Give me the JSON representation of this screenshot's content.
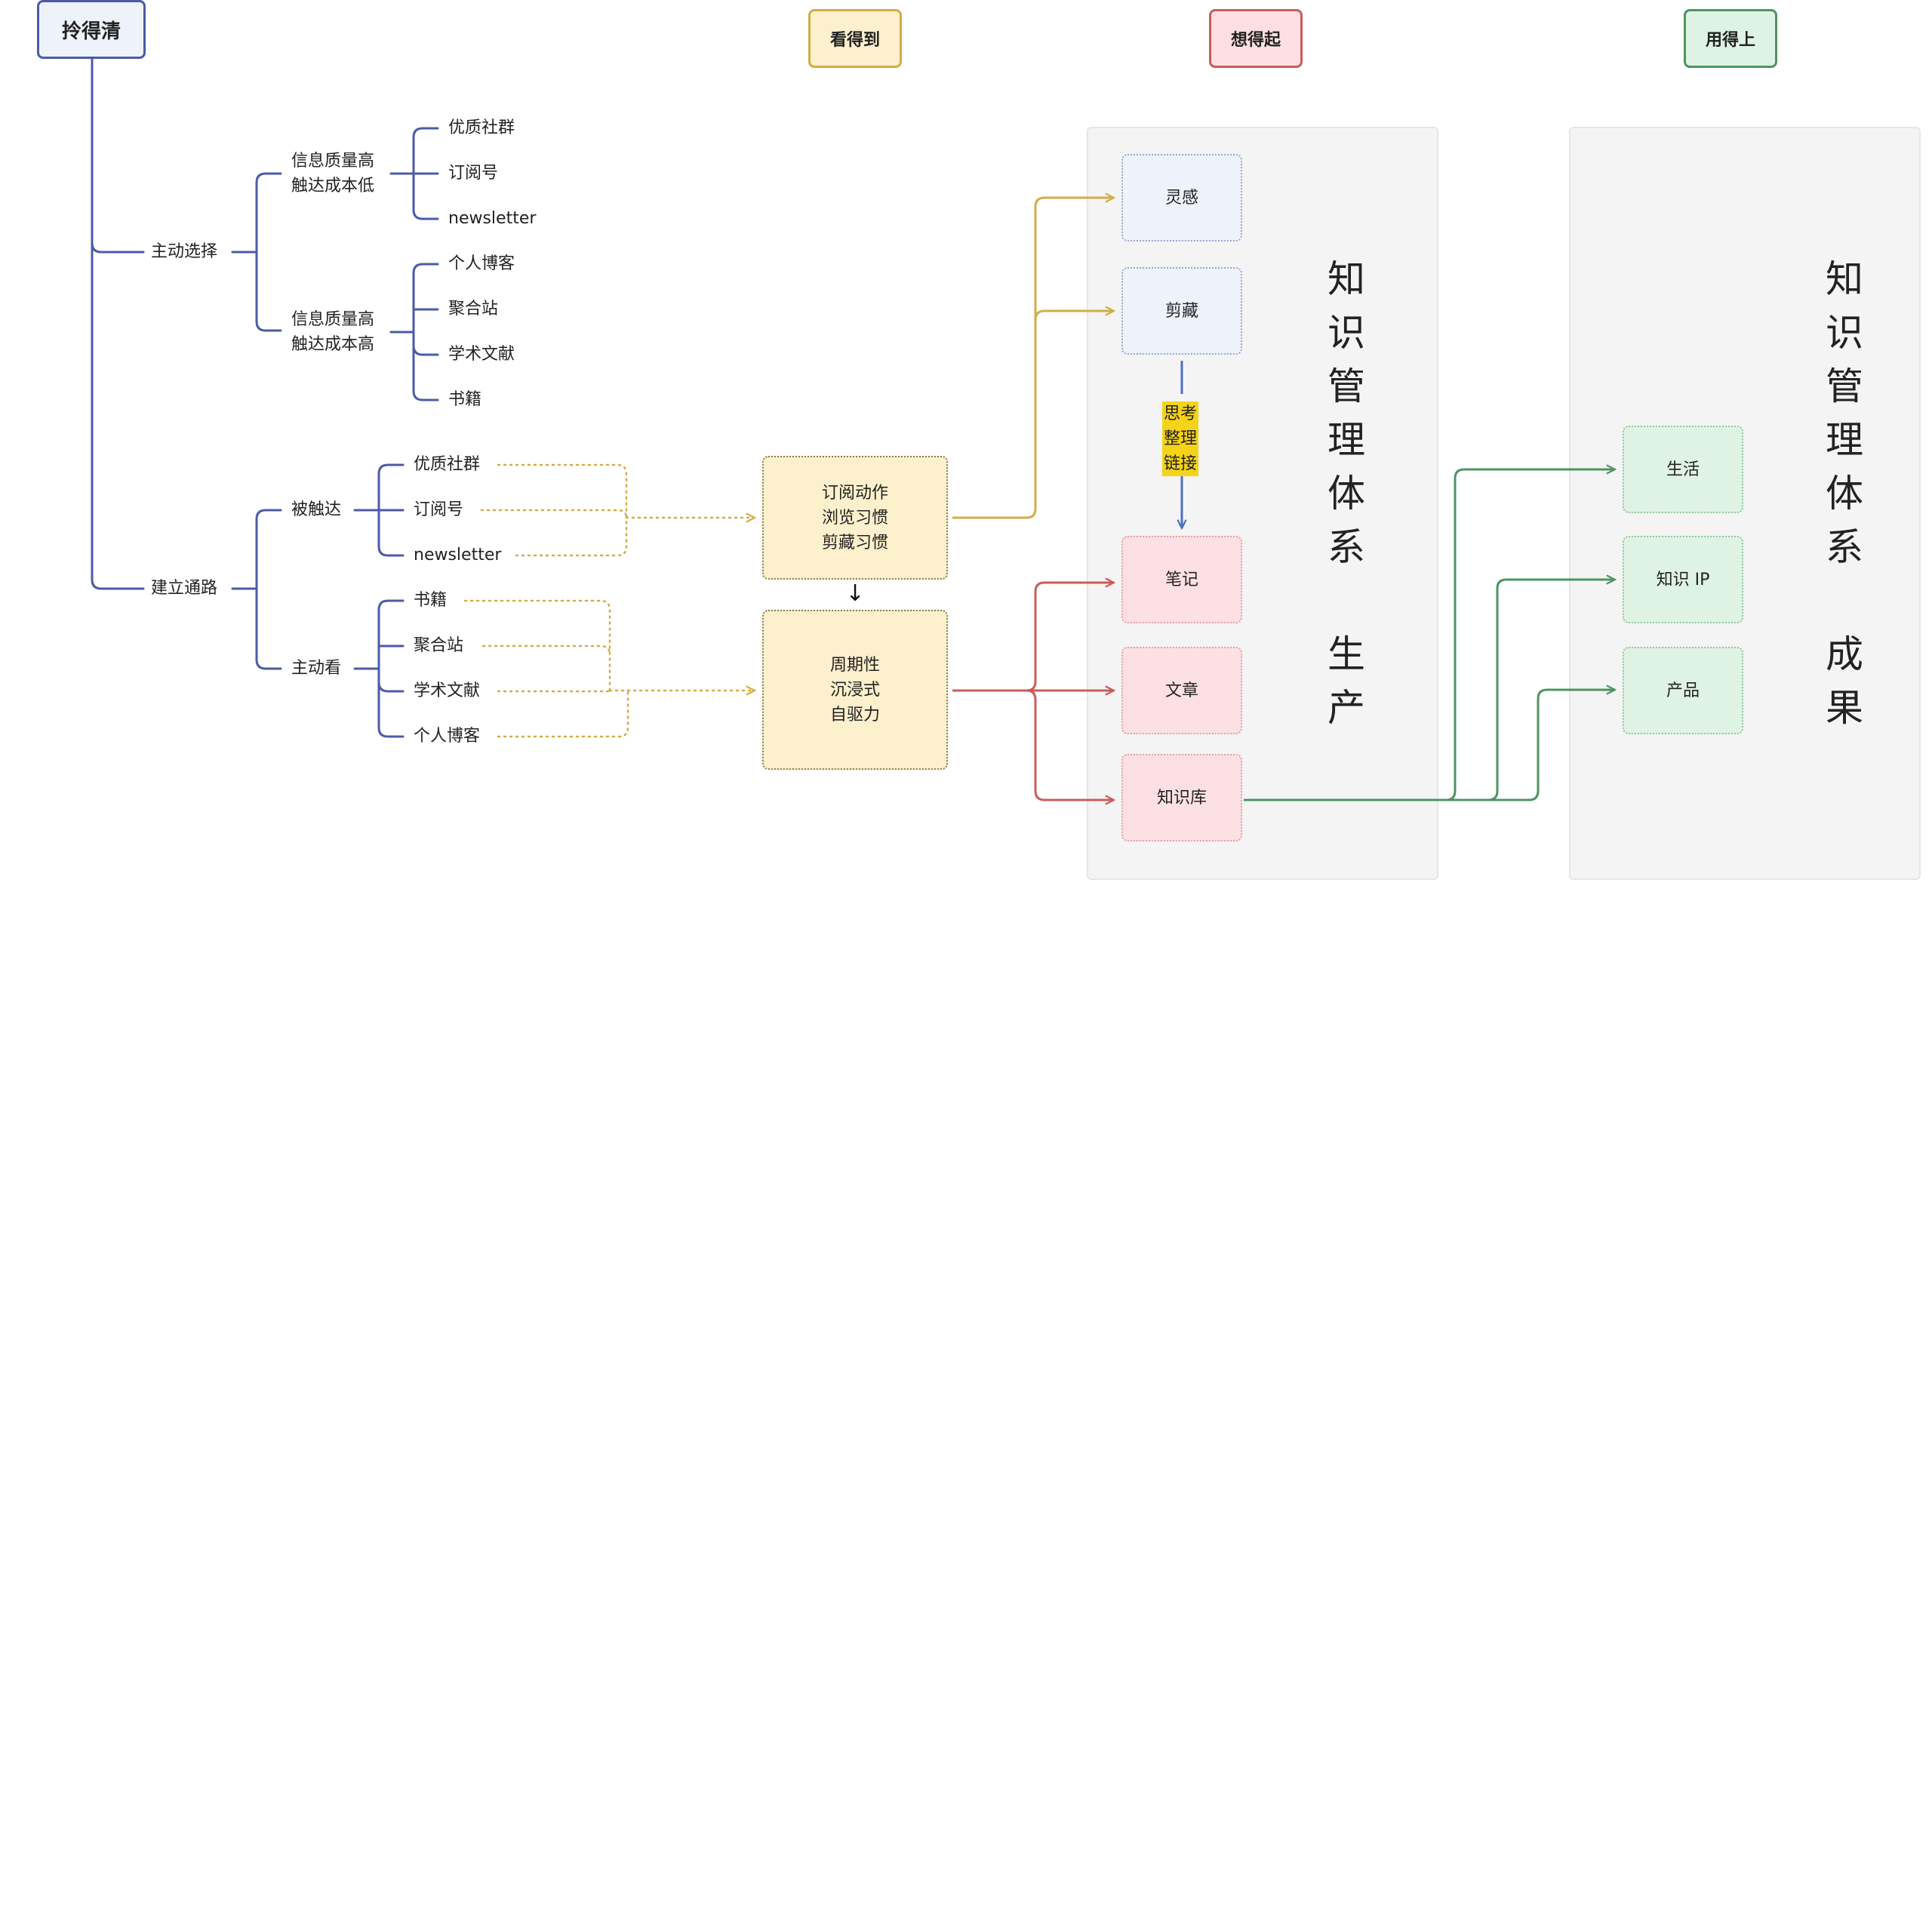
{
  "colors": {
    "tree": "#4b5ba6",
    "see": "#d4ac46",
    "think": "#cc5b5b",
    "use": "#4e9461",
    "flow": "#4b6fc4",
    "highlight": "#f5d319"
  },
  "root": {
    "label": "拎得清"
  },
  "headers": {
    "see": "看得到",
    "think": "想得起",
    "use": "用得上"
  },
  "tree": {
    "active_choice": {
      "label": "主动选择",
      "low_cost": {
        "label": "信息质量高\n触达成本低",
        "items": [
          "优质社群",
          "订阅号",
          "newsletter"
        ]
      },
      "high_cost": {
        "label": "信息质量高\n触达成本高",
        "items": [
          "个人博客",
          "聚合站",
          "学术文献",
          "书籍"
        ]
      }
    },
    "build_path": {
      "label": "建立通路",
      "reached": {
        "label": "被触达",
        "items": [
          "优质社群",
          "订阅号",
          "newsletter"
        ]
      },
      "active_read": {
        "label": "主动看",
        "items": [
          "书籍",
          "聚合站",
          "学术文献",
          "个人博客"
        ]
      }
    }
  },
  "see_boxes": {
    "habits": "订阅动作\n浏览习惯\n剪藏习惯",
    "arrow": "↓",
    "drive": "周期性\n沉浸式\n自驱力"
  },
  "think_panel": {
    "title": "知\n识\n管\n理\n体\n系\n\n生\n产",
    "nodes": [
      "灵感",
      "剪藏",
      "笔记",
      "文章",
      "知识库"
    ],
    "process_label": "思考\n整理\n链接"
  },
  "use_panel": {
    "title": "知\n识\n管\n理\n体\n系\n\n成\n果",
    "nodes": [
      "生活",
      "知识 IP",
      "产品"
    ]
  }
}
